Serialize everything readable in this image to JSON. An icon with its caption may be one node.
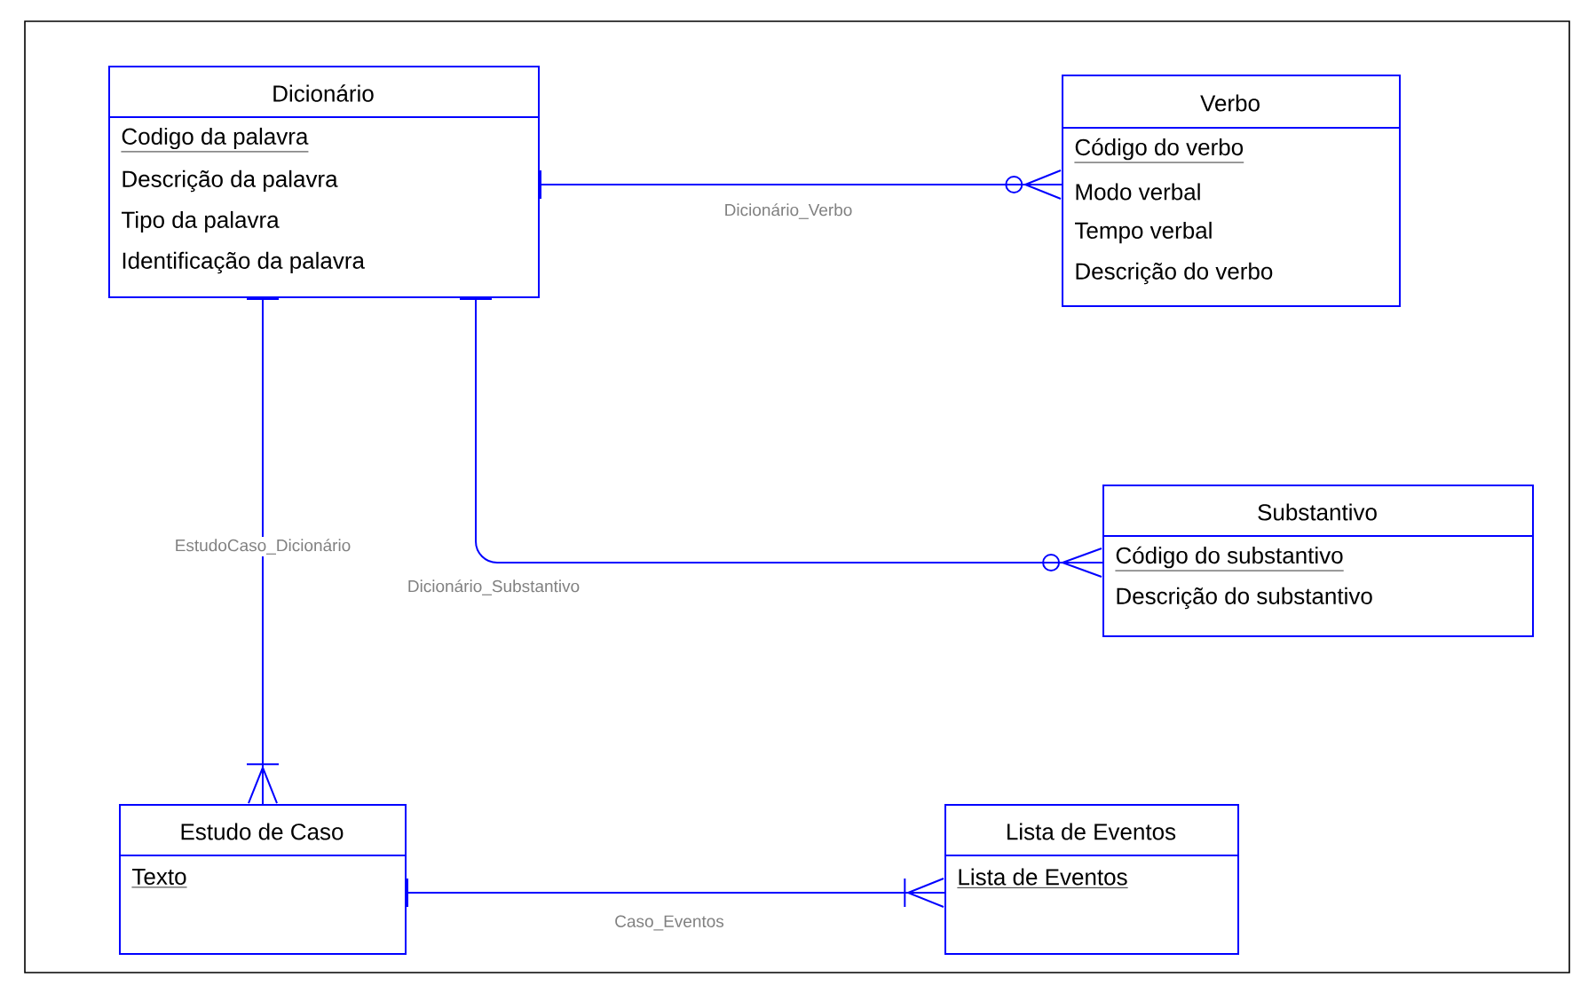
{
  "diagram": {
    "nodes": [
      {
        "text": [
          "Dicionário",
          "Codigo da palavra",
          "Descrição da palavra",
          "Tipo da palavra",
          "Identificação da palavra"
        ]
      },
      {
        "text": [
          "Verbo",
          "Código do verbo",
          "Modo verbal",
          "Tempo verbal",
          "Descrição do verbo"
        ]
      },
      {
        "text": [
          "Substantivo",
          "Código do substantivo",
          "Descrição do substantivo"
        ]
      },
      {
        "text": [
          "Estudo de Caso",
          "Texto"
        ]
      },
      {
        "text": [
          "Lista de Eventos",
          "Lista de Eventos"
        ]
      }
    ],
    "edges": [
      {
        "from": 0,
        "to": 1,
        "arrow": "other",
        "label": "Dicionário_Verbo"
      },
      {
        "from": 0,
        "to": 2,
        "arrow": "other",
        "label": "Dicionário_Substantivo"
      },
      {
        "from": 0,
        "to": 3,
        "arrow": "other",
        "label": "EstudoCaso_Dicionário"
      },
      {
        "from": 3,
        "to": 4,
        "arrow": "other",
        "label": "Caso_Eventos"
      }
    ]
  }
}
